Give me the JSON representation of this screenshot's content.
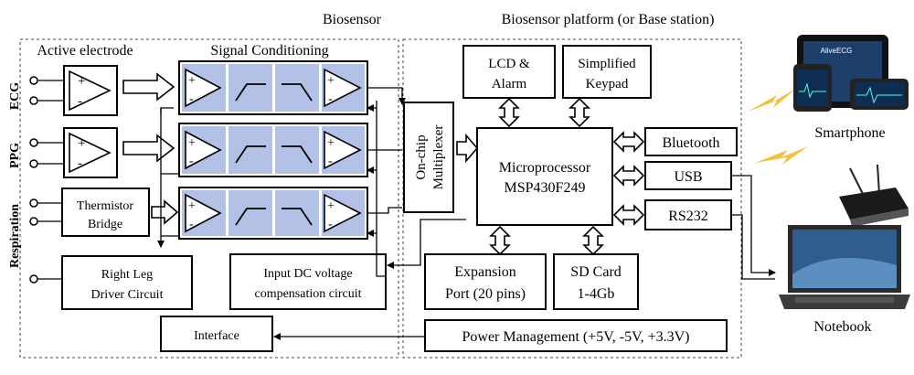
{
  "headers": {
    "biosensor": "Biosensor",
    "platform": "Biosensor platform  (or Base station)"
  },
  "labels": {
    "active_electrode": "Active electrode",
    "signal_conditioning": "Signal Conditioning",
    "ecg": "ECG",
    "ppg": "PPG",
    "respiration": "Respiration",
    "thermistor_line1": "Thermistor",
    "thermistor_line2": "Bridge",
    "rld_line1": "Right Leg",
    "rld_line2": "Driver  Circuit",
    "dc_line1": "Input DC voltage",
    "dc_line2": "compensation circuit",
    "interface": "Interface",
    "mux_line1": "On-chip",
    "mux_line2": "Multiplexer",
    "lcd_line1": "LCD &",
    "lcd_line2": "Alarm",
    "keypad_line1": "Simplified",
    "keypad_line2": "Keypad",
    "mcu_line1": "Microprocessor",
    "mcu_line2": "MSP430F249",
    "bluetooth": "Bluetooth",
    "usb": "USB",
    "rs232": "RS232",
    "expansion_line1": "Expansion",
    "expansion_line2": "Port (20 pins)",
    "sd_line1": "SD Card",
    "sd_line2": "1-4Gb",
    "power": "Power Management (+5V, -5V, +3.3V)",
    "smartphone": "Smartphone",
    "notebook": "Notebook",
    "tablet_screen_text": "AliveECG",
    "plus": "+",
    "minus": "-"
  }
}
